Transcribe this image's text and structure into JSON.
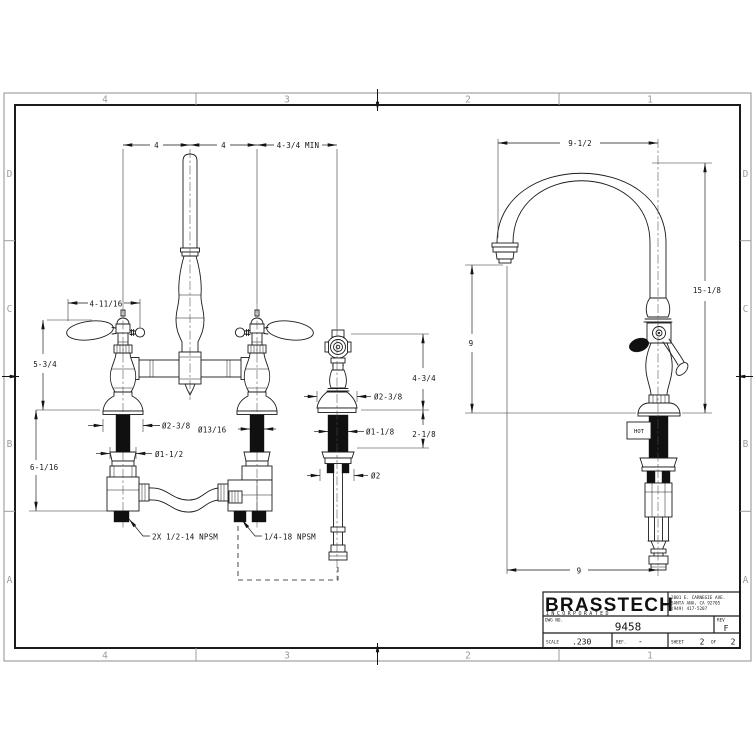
{
  "colors": {
    "line": "#1b1b1b",
    "zone_label": "#9c9c9c",
    "black_fill": "#101010",
    "paper": "#ffffff"
  },
  "sheet": {
    "zones_top": [
      "4",
      "3",
      "2",
      "1"
    ],
    "zones_bottom": [
      "4",
      "3",
      "2",
      "1"
    ],
    "zones_left": [
      "D",
      "C",
      "B",
      "A"
    ],
    "zones_right": [
      "D",
      "C",
      "B",
      "A"
    ]
  },
  "front_view": {
    "dim_left_spacing": "4",
    "dim_right_spacing": "4",
    "dim_spray_spacing": "4-3/4 MIN",
    "dim_handle_span": "4-11/16",
    "dim_deck_to_handle": "5-3/4",
    "dim_below_deck": "6-1/16",
    "dim_escutcheon_dia": "Ø2-3/8",
    "dim_locknut_dia": "Ø1-1/2",
    "dim_shank_dia": "Ø13/16",
    "note_shank_thread": "2X 1/2-14 NPSM",
    "note_spray_thread": "1/4-18 NPSM"
  },
  "spray_view": {
    "dim_height": "4-3/4",
    "dim_base_dia": "Ø2-3/8",
    "dim_below_deck": "2-1/8",
    "dim_shank_dia": "Ø1-1/8",
    "dim_nut_dia": "Ø2"
  },
  "side_view": {
    "dim_reach": "9-1/2",
    "dim_overall_height": "15-1/8",
    "dim_spout_height": "9",
    "dim_center_reach": "9",
    "hot_tag": "HOT"
  },
  "title_block": {
    "company": "BRASSTECH",
    "company_sub": "INCORPORATED",
    "address1": "2001 E. CARNEGIE AVE.",
    "address2": "SANTA ANA, CA 92705",
    "address3": "(949) 417-5207",
    "dwg_label": "DWG NO.",
    "dwg_no": "9458",
    "rev_label": "REV",
    "rev": "F",
    "scale_label": "SCALE",
    "scale_value": ".230",
    "ref_label": "REF.",
    "ref_value": "-",
    "sheet_label": "SHEET",
    "sheet_num": "2",
    "of_label": "OF",
    "sheet_total": "2"
  }
}
